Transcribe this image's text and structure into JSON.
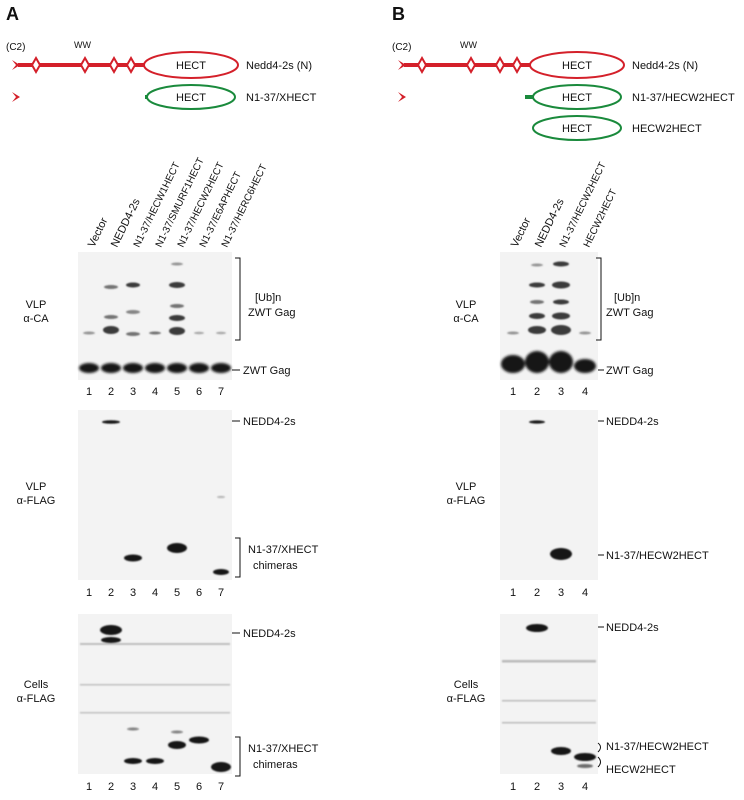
{
  "panels": {
    "A": {
      "letter": "A",
      "schematic": {
        "c2": "(C2)",
        "ww": "WW",
        "hect": "HECT",
        "full_label": "Nedd4-2s (N)",
        "chimera_label": "N1-37/XHECT"
      },
      "lane_headers": [
        "Vector",
        "NEDD4-2s",
        "N1-37/HECW1HECT",
        "N1-37/SMURF1HECT",
        "N1-37/HECW2HECT",
        "N1-37/E6APHECT",
        "N1-37/HERC6HECT"
      ],
      "lane_numbers": [
        "1",
        "2",
        "3",
        "4",
        "5",
        "6",
        "7"
      ],
      "blots": [
        {
          "sample": "VLP",
          "antibody": "α-CA",
          "labels": [
            "[Ub]n",
            "ZWT Gag",
            "ZWT Gag"
          ]
        },
        {
          "sample": "VLP",
          "antibody": "α-FLAG",
          "labels": [
            "NEDD4-2s",
            "N1-37/XHECT",
            "chimeras"
          ]
        },
        {
          "sample": "Cells",
          "antibody": "α-FLAG",
          "labels": [
            "NEDD4-2s",
            "N1-37/XHECT",
            "chimeras"
          ]
        }
      ]
    },
    "B": {
      "letter": "B",
      "schematic": {
        "c2": "(C2)",
        "ww": "WW",
        "hect": "HECT",
        "full_label": "Nedd4-2s (N)",
        "chimera_label": "N1-37/HECW2HECT",
        "hect_only_label": "HECW2HECT"
      },
      "lane_headers": [
        "Vector",
        "NEDD4-2s",
        "N1-37/HECW2HECT",
        "HECW2HECT"
      ],
      "lane_numbers": [
        "1",
        "2",
        "3",
        "4"
      ],
      "blots": [
        {
          "sample": "VLP",
          "antibody": "α-CA",
          "labels": [
            "[Ub]n",
            "ZWT Gag",
            "ZWT Gag"
          ]
        },
        {
          "sample": "VLP",
          "antibody": "α-FLAG",
          "labels": [
            "NEDD4-2s",
            "N1-37/HECW2HECT"
          ]
        },
        {
          "sample": "Cells",
          "antibody": "α-FLAG",
          "labels": [
            "NEDD4-2s",
            "N1-37/HECW2HECT",
            "HECW2HECT"
          ]
        }
      ]
    }
  },
  "colors": {
    "nedd4": "#d4202a",
    "hect_chimera": "#1a8a3c",
    "band": "#141414",
    "blot_bg": "#f3f3f3"
  }
}
